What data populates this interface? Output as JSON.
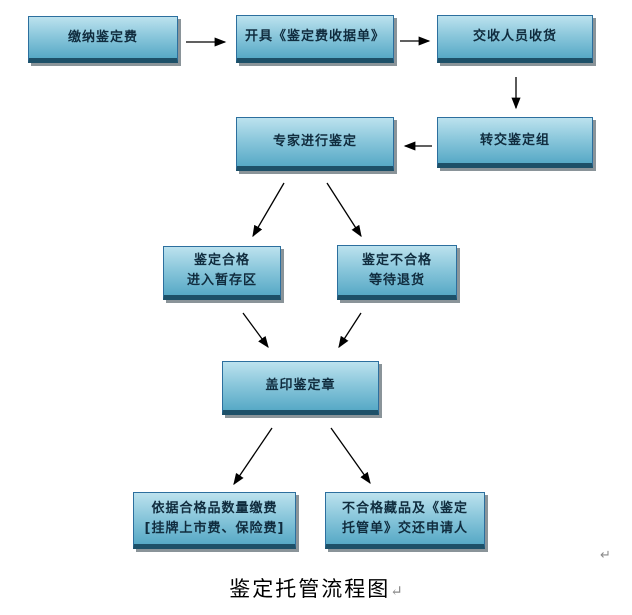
{
  "diagram": {
    "caption": "鉴定托管流程图",
    "paragraph_mark": "↵",
    "nodes": {
      "pay_fee": {
        "lines": [
          "缴纳鉴定费"
        ]
      },
      "issue_receipt": {
        "lines": [
          "开具《鉴定费收据单》"
        ]
      },
      "receive_goods": {
        "lines": [
          "交收人员收货"
        ]
      },
      "transfer_team": {
        "lines": [
          "转交鉴定组"
        ]
      },
      "expert_appraisal": {
        "lines": [
          "专家进行鉴定"
        ]
      },
      "pass_storage": {
        "lines": [
          "鉴定合格",
          "进入暂存区"
        ]
      },
      "fail_return": {
        "lines": [
          "鉴定不合格",
          "等待退货"
        ]
      },
      "stamp_seal": {
        "lines": [
          "盖印鉴定章"
        ]
      },
      "pay_by_quantity": {
        "lines": [
          "依据合格品数量缴费",
          "[挂牌上市费、保险费]"
        ]
      },
      "return_items": {
        "lines": [
          "不合格藏品及《鉴定",
          "托管单》交还申请人"
        ]
      }
    },
    "edges": [
      {
        "from": "pay_fee",
        "to": "issue_receipt"
      },
      {
        "from": "issue_receipt",
        "to": "receive_goods"
      },
      {
        "from": "receive_goods",
        "to": "transfer_team"
      },
      {
        "from": "transfer_team",
        "to": "expert_appraisal"
      },
      {
        "from": "expert_appraisal",
        "to": "pass_storage"
      },
      {
        "from": "expert_appraisal",
        "to": "fail_return"
      },
      {
        "from": "pass_storage",
        "to": "stamp_seal"
      },
      {
        "from": "fail_return",
        "to": "stamp_seal"
      },
      {
        "from": "stamp_seal",
        "to": "pay_by_quantity"
      },
      {
        "from": "stamp_seal",
        "to": "return_items"
      }
    ],
    "colors": {
      "box_fill_top": "#bce2ee",
      "box_fill_bottom": "#57a9c6",
      "box_border": "#2c6f9e",
      "box_bottom_edge": "#1d5068",
      "box_shadow": "#8a9499",
      "text": "#102c3e",
      "arrow": "#000000",
      "background": "#ffffff"
    }
  }
}
